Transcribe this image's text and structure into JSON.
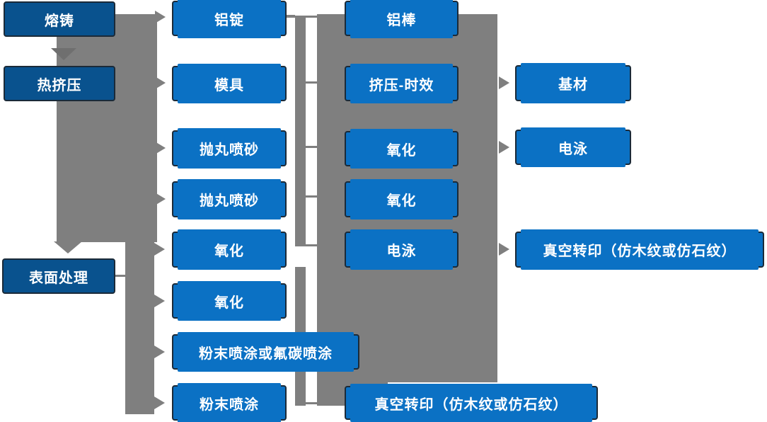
{
  "diagram": {
    "description": "Aluminum profile production process flowchart",
    "background": "#ffffff",
    "colors": {
      "stage_box_fill": "#09528e",
      "process_box_fill": "#0b71c4",
      "box_border": "#1b2a38",
      "box_text": "#ffffff",
      "connector_gray": "#7f7f7f",
      "connector_dark_gray": "#6f6f6f"
    },
    "stages": {
      "items": [
        "熔铸",
        "热挤压",
        "表面处理"
      ]
    },
    "ingot_line": {
      "items": [
        "铝锭",
        "模具",
        "抛丸喷砂",
        "抛丸喷砂",
        "氧化",
        "氧化",
        "粉末喷涂或氟碳喷涂",
        "粉末喷涂"
      ]
    },
    "rod_line": {
      "items": [
        "铝棒",
        "挤压-时效",
        "氧化",
        "氧化",
        "电泳",
        "真空转印（仿木纹或仿石纹）"
      ]
    },
    "output_line": {
      "items": [
        "基材",
        "电泳",
        "真空转印（仿木纹或仿石纹）"
      ]
    }
  }
}
